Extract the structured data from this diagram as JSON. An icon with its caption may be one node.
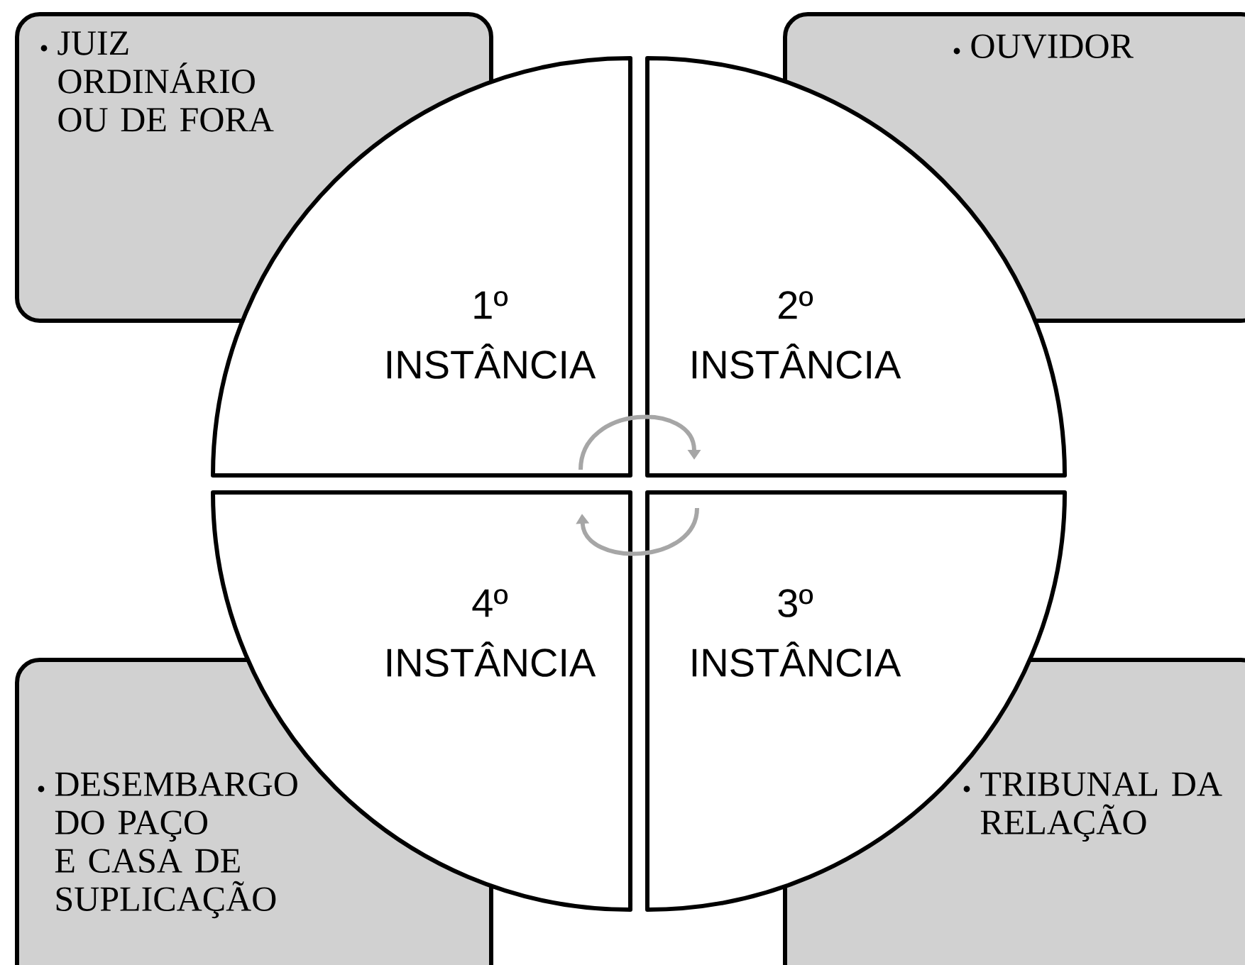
{
  "diagram": {
    "nodes": [
      {
        "text": [
          "JUIZ ORDINÁRIO OU DE FORA"
        ]
      },
      {
        "text": [
          "OUVIDOR"
        ]
      },
      {
        "text": [
          "1º INSTÂNCIA"
        ]
      },
      {
        "text": [
          "2º INSTÂNCIA"
        ]
      },
      {
        "text": [
          "4º INSTÂNCIA"
        ]
      },
      {
        "text": [
          "3º INSTÂNCIA"
        ]
      },
      {
        "text": [
          "DESEMBARGO DO PAÇO E CASA DE SUPLICAÇÃO"
        ]
      },
      {
        "text": [
          "TRIBUNAL DA RELAÇÃO"
        ]
      }
    ],
    "edges": [
      {
        "from": 2,
        "to": 3,
        "arrow": "to"
      },
      {
        "from": 5,
        "to": 4,
        "arrow": "to"
      }
    ]
  }
}
